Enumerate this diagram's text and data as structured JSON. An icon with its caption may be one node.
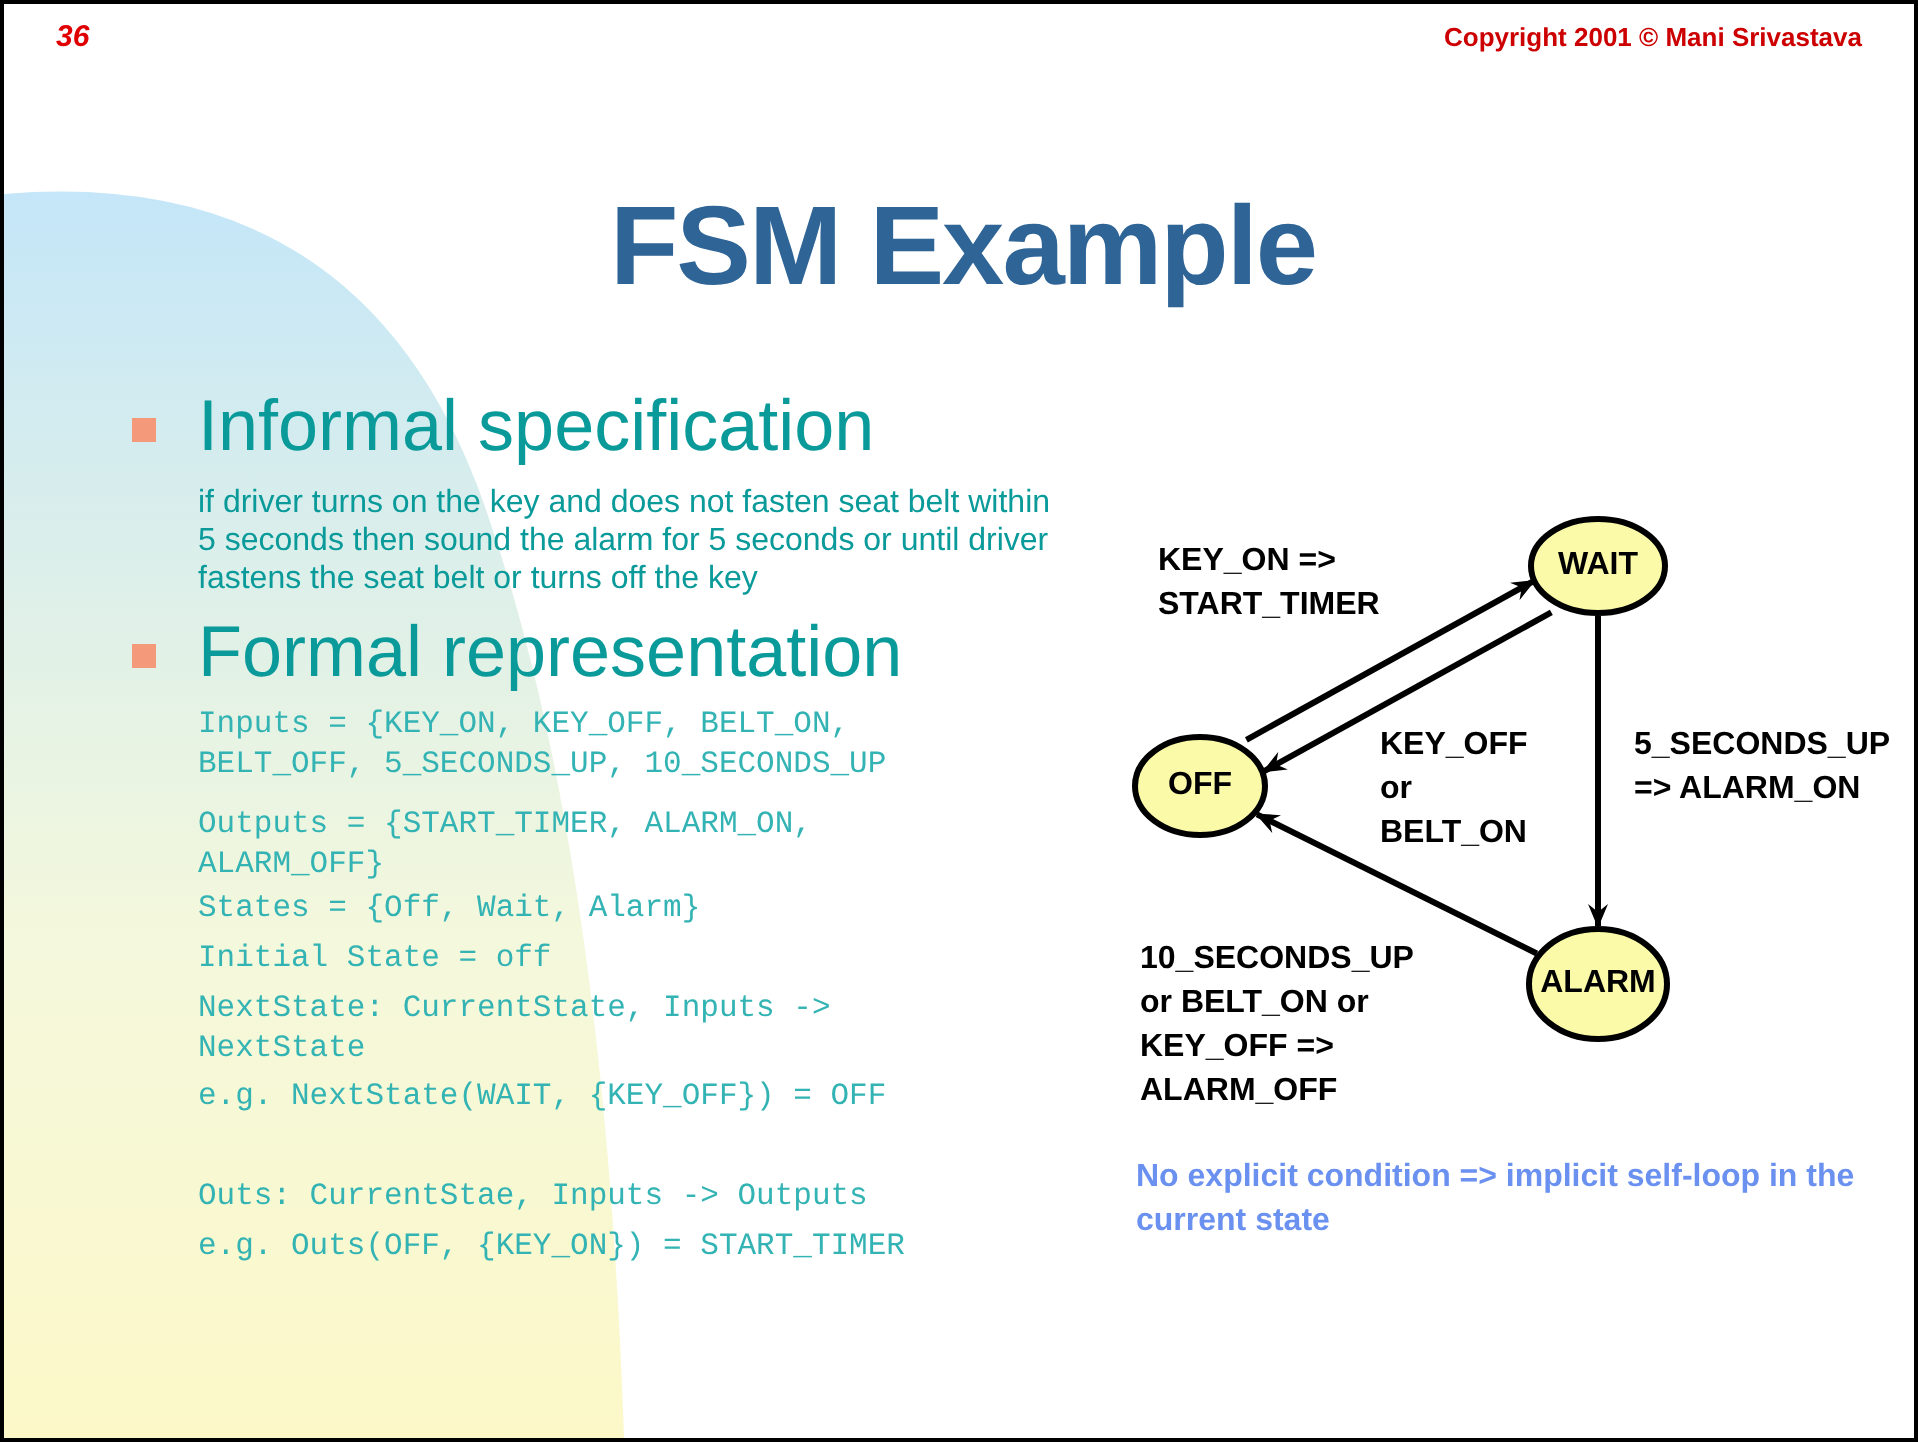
{
  "diagram": {
    "title": "FSM Example",
    "nodes": [
      {
        "text": [
          "WAIT"
        ]
      },
      {
        "text": [
          "OFF"
        ]
      },
      {
        "text": [
          "ALARM"
        ]
      }
    ],
    "edges": [
      {
        "from": 1,
        "to": 0,
        "arrow": "to",
        "label": "KEY_ON => START_TIMER"
      },
      {
        "from": 0,
        "to": 1,
        "arrow": "to",
        "label": "KEY_OFF or BELT_ON"
      },
      {
        "from": 0,
        "to": 2,
        "arrow": "to",
        "label": "5_SECONDS_UP => ALARM_ON"
      },
      {
        "from": 2,
        "to": 1,
        "arrow": "to",
        "label": "10_SECONDS_UP or BELT_ON or KEY_OFF => ALARM_OFF"
      }
    ],
    "labels": [
      "36",
      "Copyright 2001 © Mani Srivastava",
      "Informal specification",
      "if driver turns on the key and does not fasten seat belt within 5 seconds then sound the alarm for 5 seconds or until driver fastens the seat belt or turns off the key",
      "Formal representation",
      "Inputs = {KEY_ON, KEY_OFF, BELT_ON, BELT_OFF, 5_SECONDS_UP, 10_SECONDS_UP",
      "Outputs = {START_TIMER, ALARM_ON, ALARM_OFF}",
      "States = {Off, Wait, Alarm}",
      "Initial State = off",
      "NextState: CurrentState, Inputs -> NextState",
      "e.g. NextState(WAIT, {KEY_OFF}) = OFF",
      "Outs: CurrentStae, Inputs -> Outputs",
      "e.g. Outs(OFF, {KEY_ON}) = START_TIMER",
      "No explicit condition => implicit self-loop in the current state"
    ]
  }
}
